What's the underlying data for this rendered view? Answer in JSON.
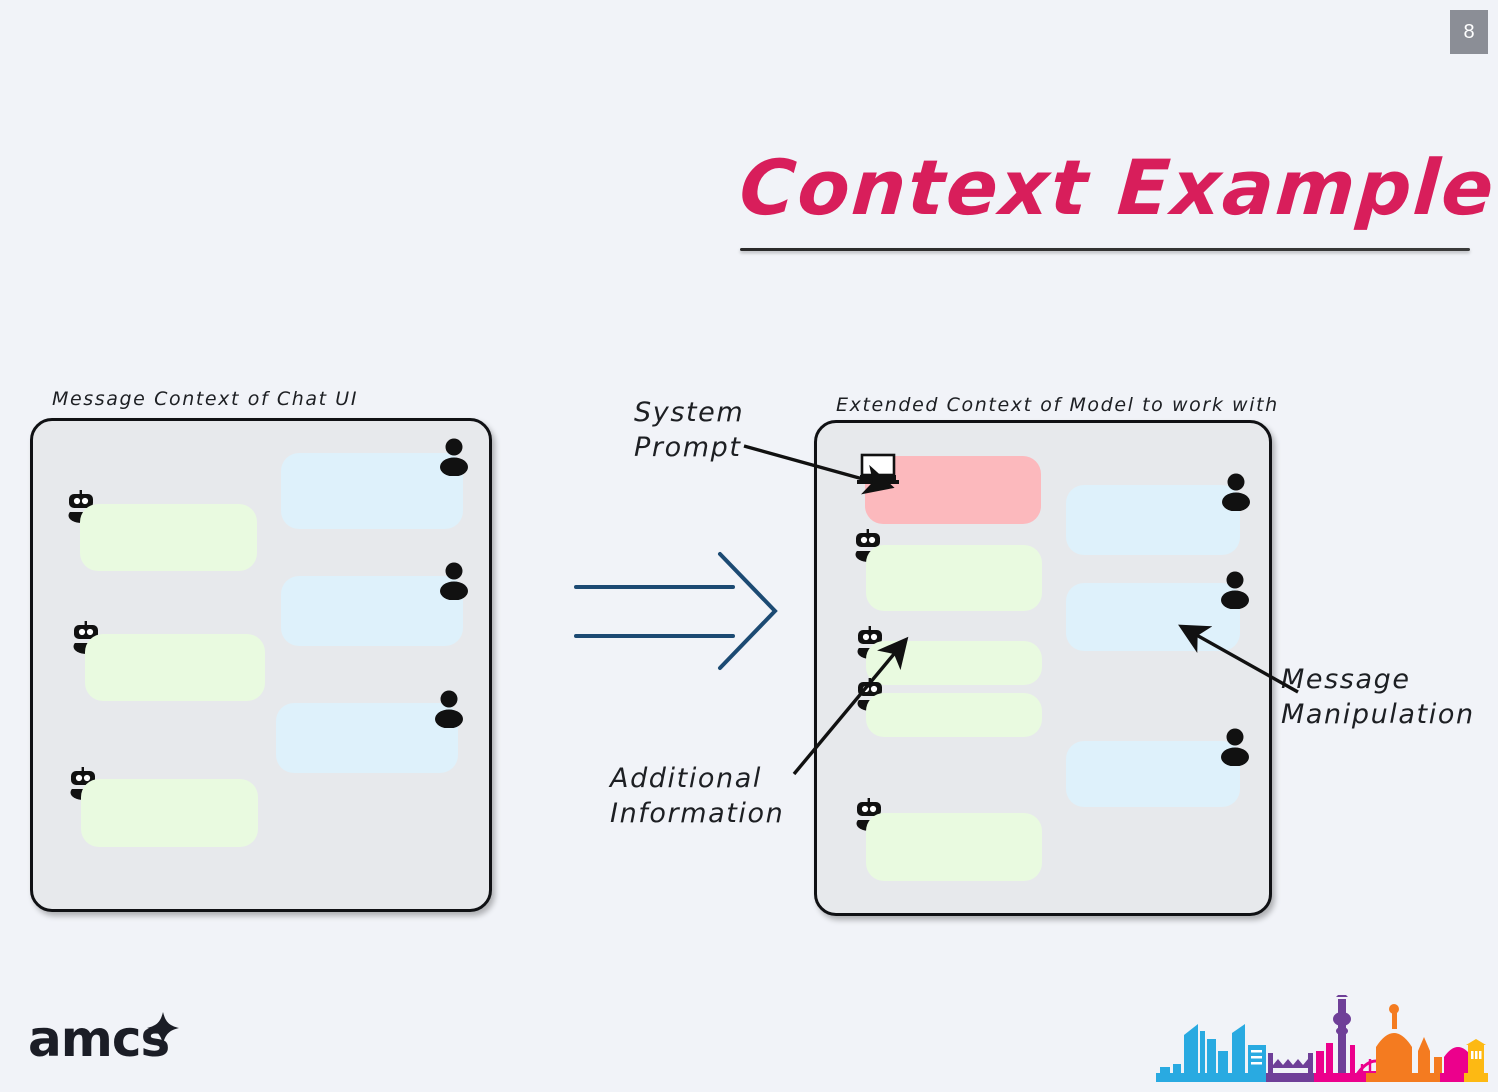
{
  "slide": {
    "page_number": "8",
    "title": "Context Example",
    "background_color": "#f1f3f8",
    "title_color": "#d81e5b"
  },
  "left_panel": {
    "caption": "Message Context of Chat UI",
    "panel_fill": "#e7e9ec",
    "messages": [
      {
        "role": "user",
        "avatar": "person-icon",
        "bubble_color": "#def1fb"
      },
      {
        "role": "bot",
        "avatar": "robot-icon",
        "bubble_color": "#e9fae0"
      },
      {
        "role": "user",
        "avatar": "person-icon",
        "bubble_color": "#def1fb"
      },
      {
        "role": "bot",
        "avatar": "robot-icon",
        "bubble_color": "#e9fae0"
      },
      {
        "role": "user",
        "avatar": "person-icon",
        "bubble_color": "#def1fb"
      },
      {
        "role": "bot",
        "avatar": "robot-icon",
        "bubble_color": "#e9fae0"
      }
    ]
  },
  "right_panel": {
    "caption": "Extended Context of Model to work with",
    "panel_fill": "#e7e9ec",
    "messages": [
      {
        "role": "system",
        "avatar": "laptop-icon",
        "bubble_color": "#fcb9bd"
      },
      {
        "role": "user",
        "avatar": "person-icon",
        "bubble_color": "#def1fb"
      },
      {
        "role": "bot",
        "avatar": "robot-icon",
        "bubble_color": "#e9fae0"
      },
      {
        "role": "user",
        "avatar": "person-icon",
        "bubble_color": "#def1fb"
      },
      {
        "role": "bot",
        "avatar": "robot-icon",
        "bubble_color": "#e9fae0"
      },
      {
        "role": "bot",
        "avatar": "robot-icon",
        "bubble_color": "#e9fae0"
      },
      {
        "role": "user",
        "avatar": "person-icon",
        "bubble_color": "#def1fb"
      },
      {
        "role": "bot",
        "avatar": "robot-icon",
        "bubble_color": "#e9fae0"
      }
    ]
  },
  "callouts": {
    "system_prompt_line1": "System",
    "system_prompt_line2": "Prompt",
    "additional_line1": "Additional",
    "additional_line2": "Information",
    "manipulation_line1": "Message",
    "manipulation_line2": "Manipulation"
  },
  "transition_arrow": {
    "color": "#1c4a73",
    "direction": "right"
  },
  "footer": {
    "brand": "amcs",
    "skyline_colors": [
      "#29aae1",
      "#6f3f98",
      "#ec008c",
      "#f47b20",
      "#fdb913"
    ]
  }
}
